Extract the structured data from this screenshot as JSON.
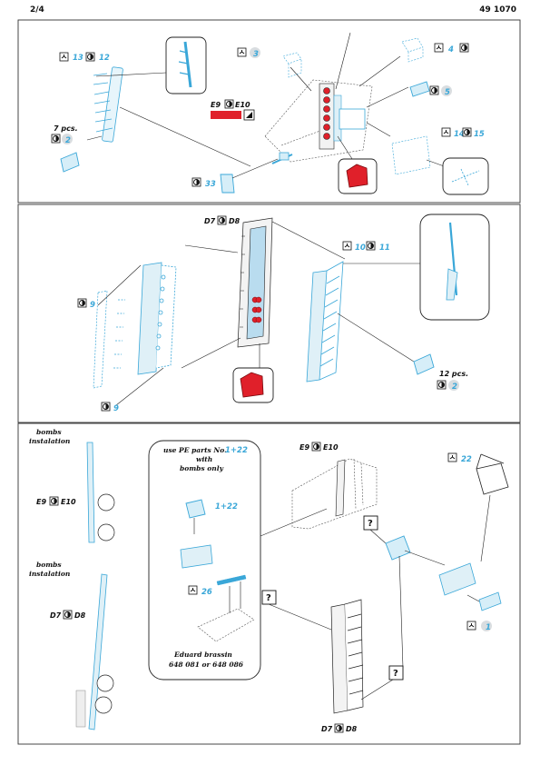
{
  "header": {
    "page": "2/4",
    "set_number": "49 1070"
  },
  "colors": {
    "part": "#3aa7d8",
    "red": "#e0202a",
    "line": "#222222",
    "frame": "#333333"
  },
  "icons": [
    "bend-icon",
    "etch-side-icon",
    "paint-icon"
  ],
  "section1": {
    "labels": {
      "p13": "13",
      "p12": "12",
      "p3": "3",
      "p4": "4",
      "p5": "5",
      "p14": "14",
      "p15": "15",
      "p33": "33",
      "p2": "2",
      "e9": "E9",
      "e10": "E10",
      "pcs7": "7 pcs."
    }
  },
  "section2": {
    "labels": {
      "d7": "D7",
      "d8": "D8",
      "p10": "10",
      "p11": "11",
      "p9a": "9",
      "p9b": "9",
      "p2": "2",
      "pcs12": "12 pcs."
    }
  },
  "section3": {
    "labels": {
      "bombs1_l1": "bombs",
      "bombs1_l2": "instalation",
      "bombs2_l1": "bombs",
      "bombs2_l2": "instalation",
      "e9a": "E9",
      "e10a": "E10",
      "d7a": "D7",
      "d8a": "D8",
      "use_l1": "use PE parts No.",
      "use_parts": "1+22",
      "use_l2": "with",
      "use_l3": "bombs only",
      "p1_22": "1+22",
      "p26": "26",
      "brassin_l1": "Eduard brassin",
      "brassin_l2": "648 081 or 648 086",
      "e9b": "E9",
      "e10b": "E10",
      "p22": "22",
      "p1": "1",
      "d7b": "D7",
      "d8b": "D8",
      "q": "?"
    }
  }
}
